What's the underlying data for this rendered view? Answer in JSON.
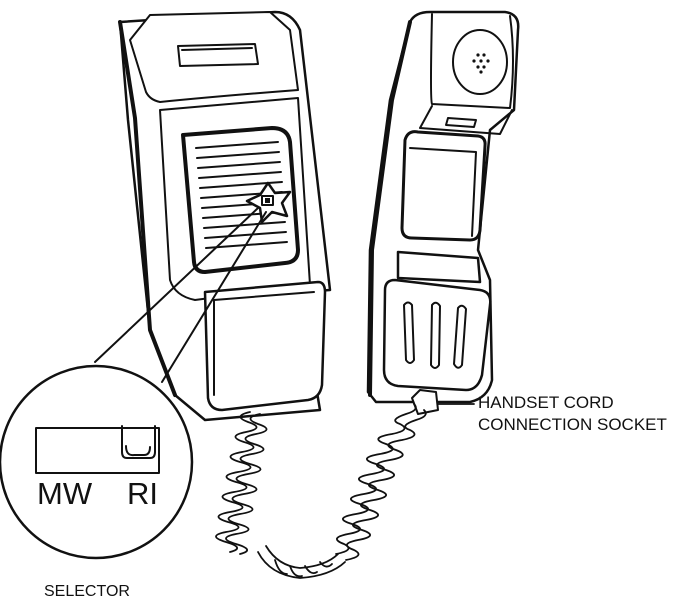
{
  "diagram": {
    "callout_handset_cord": [
      "HANDSET CORD",
      "CONNECTION SOCKET"
    ],
    "selector_left_position": "MW",
    "selector_right_position": "RI",
    "selector_caption": "SELECTOR"
  },
  "colors": {
    "line": "#111111",
    "background": "#ffffff"
  },
  "icons": [
    "wall-phone-base",
    "handset",
    "coiled-cord",
    "star-marker",
    "selector-switch"
  ]
}
